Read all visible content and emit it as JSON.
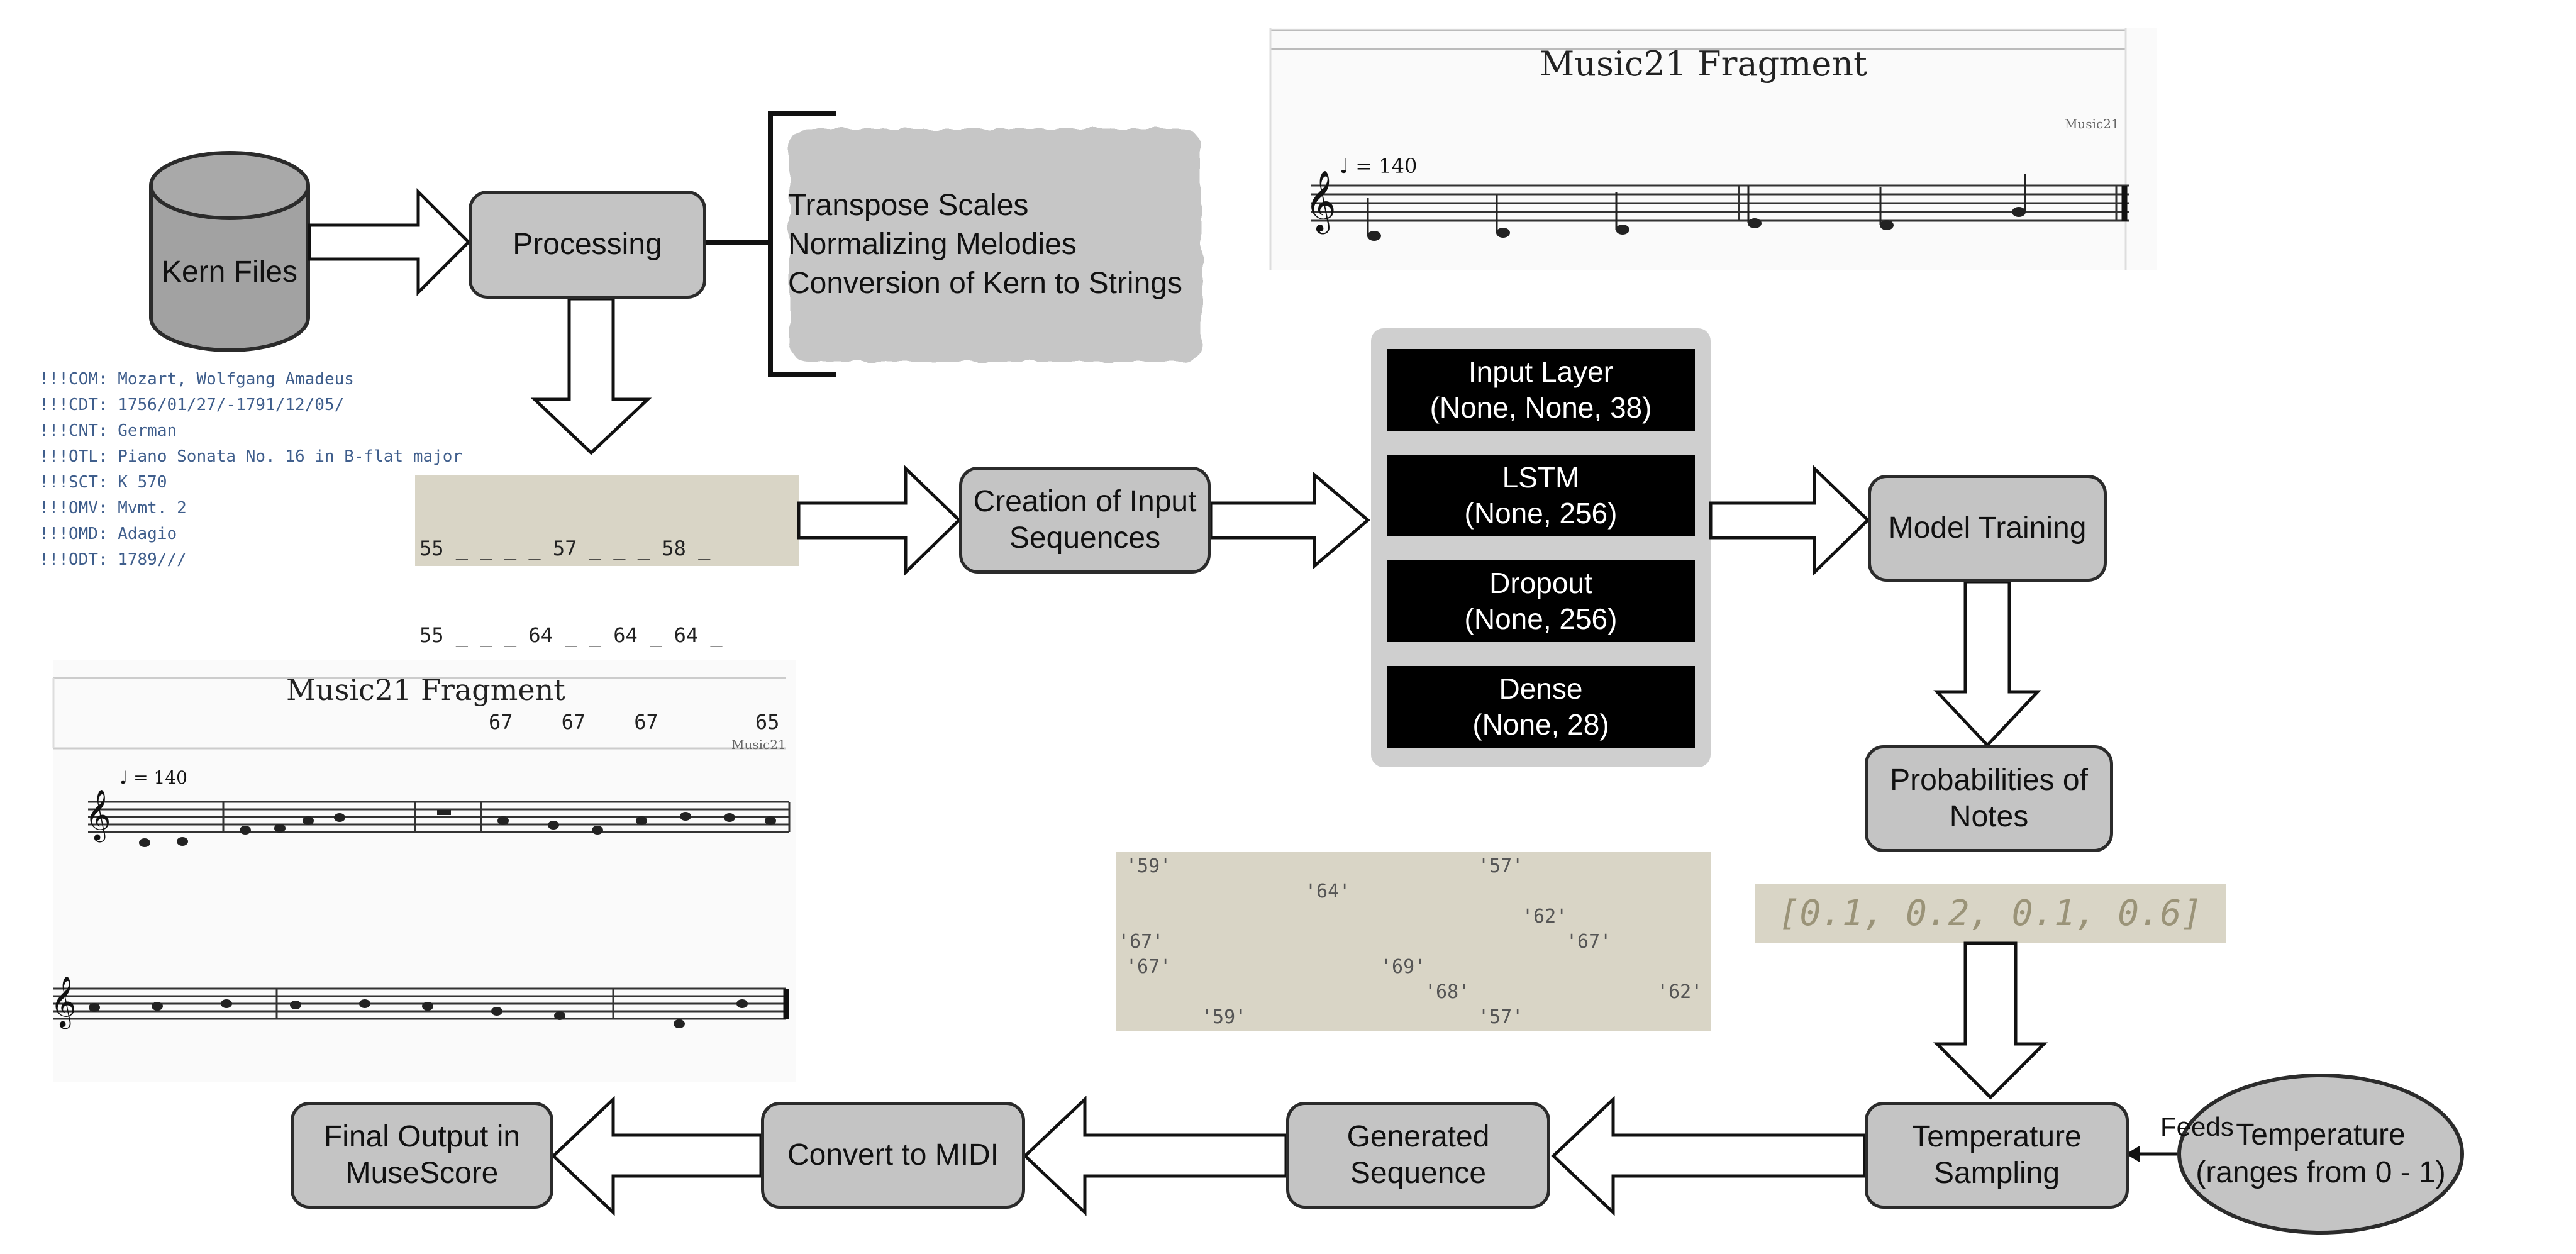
{
  "kern_files": "Kern Files",
  "processing": "Processing",
  "processing_steps": [
    "Transpose Scales",
    "Normalizing Melodies",
    "Conversion of Kern to Strings"
  ],
  "kern_header_lines": [
    "!!!COM: Mozart, Wolfgang Amadeus",
    "!!!CDT: 1756/01/27/-1791/12/05/",
    "!!!CNT: German",
    "!!!OTL: Piano Sonata No. 16 in B-flat major",
    "!!!SCT: K 570",
    "!!!OMV: Mvmt. 2",
    "!!!OMD: Adagio",
    "!!!ODT: 1789///"
  ],
  "string_sequence_lines": [
    "55 _ _ _ _ 57 _ _ _ 58 _",
    "55 _ _ _ 64 _ _ 64 _ 64 _",
    "67    67    67        65"
  ],
  "creation_of_input_sequences": "Creation of Input Sequences",
  "model_layers": [
    {
      "name": "Input Layer",
      "shape": "(None, None, 38)"
    },
    {
      "name": "LSTM",
      "shape": "(None, 256)"
    },
    {
      "name": "Dropout",
      "shape": "(None, 256)"
    },
    {
      "name": "Dense",
      "shape": "(None, 28)"
    }
  ],
  "model_training": "Model Training",
  "probabilities_of_notes": "Probabilities of Notes",
  "probability_vector": "[0.1, 0.2, 0.1, 0.6]",
  "temperature_sampling": "Temperature Sampling",
  "feeds_label": "Feeds",
  "temperature": "Temperature",
  "temperature_range": "(ranges from 0 - 1)",
  "generated_sequence": "Generated Sequence",
  "convert_to_midi": "Convert to MIDI",
  "final_output": "Final Output in MuseScore",
  "music21_fragment_title": "Music21 Fragment",
  "music21_sub": "Music21",
  "tempo_marking": "♩ = 140",
  "generated_tokens": [
    "'59'",
    "'64'",
    "'57'",
    "'62'",
    "'67'",
    "'67'",
    "'69'",
    "'68'",
    "'62'",
    "'59'",
    "'57'",
    "'67'"
  ],
  "colors": {
    "box_fill": "#c4c4c4",
    "border": "#2b2b2b",
    "layer_bg": "#000000",
    "panel_bg": "#d9d5c6",
    "kern_text": "#3f5e8c",
    "model_panel": "#cfcfcf"
  }
}
